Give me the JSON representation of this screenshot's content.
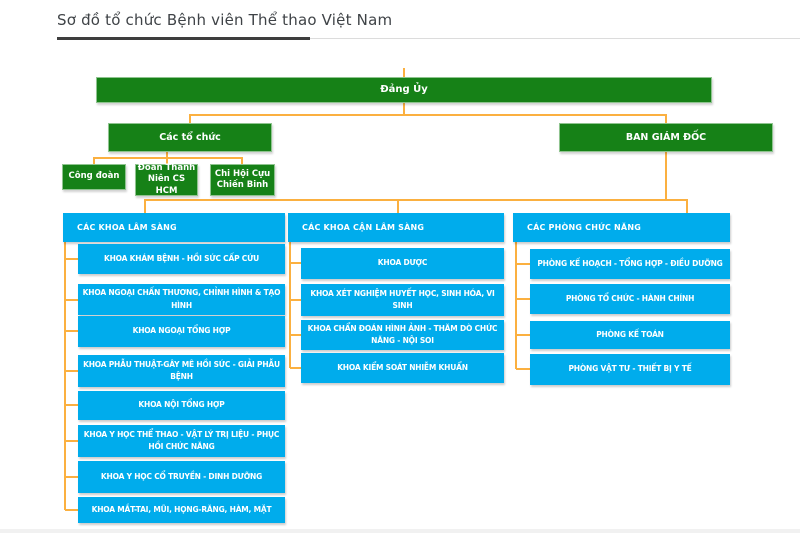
{
  "page": {
    "title": "Sơ đồ tổ chức Bệnh viên Thể thao Việt Nam"
  },
  "org": {
    "root": "Đảng Ủy",
    "groups_label": "Các tổ chức",
    "board_label": "BAN GIÁM ĐỐC",
    "orgs": [
      "Công đoàn",
      "Đoàn Thanh Niên CS HCM",
      "Chi Hội Cựu Chiến Binh"
    ],
    "columns": [
      {
        "header": "CÁC KHOA LÂM SÀNG",
        "items": [
          "KHOA KHÁM BỆNH - HỒI SỨC CẤP CỨU",
          "KHOA NGOẠI CHẤN THƯƠNG, CHỈNH HÌNH & TẠO HÌNH",
          "KHOA NGOẠI TỔNG HỢP",
          "KHOA PHẪU THUẬT-GÂY MÊ HỒI SỨC - GIẢI PHẪU BỆNH",
          "KHOA NỘI TỔNG HỢP",
          "KHOA Y HỌC THỂ THAO - VẬT LÝ TRỊ LIỆU - PHỤC HỒI CHỨC NĂNG",
          "KHOA Y HỌC CỔ TRUYỀN - DINH DƯỠNG",
          "KHOA MẮT-TAI, MŨI, HỌNG-RĂNG, HÀM, MẶT"
        ]
      },
      {
        "header": "CÁC KHOA CẬN LÂM SÀNG",
        "items": [
          "KHOA DƯỢC",
          "KHOA XÉT NGHIỆM HUYẾT HỌC, SINH HÓA, VI SINH",
          "KHOA CHẨN ĐOÁN HÌNH ẢNH - THĂM DÒ CHỨC NĂNG - NỘI SOI",
          "KHOA KIỂM SOÁT NHIỄM KHUẨN"
        ]
      },
      {
        "header": "CÁC PHÒNG CHỨC NĂNG",
        "items": [
          "PHÒNG KẾ HOẠCH - TỔNG HỢP - ĐIỀU DƯỠNG",
          "PHÒNG TỔ CHỨC - HÀNH CHÍNH",
          "PHÒNG KẾ TOÁN",
          "PHÒNG VẬT TƯ - THIẾT BỊ Y TẾ"
        ]
      }
    ],
    "colors": {
      "green": "#168117",
      "blue": "#00ACEC",
      "connector": "#FBB040"
    }
  }
}
